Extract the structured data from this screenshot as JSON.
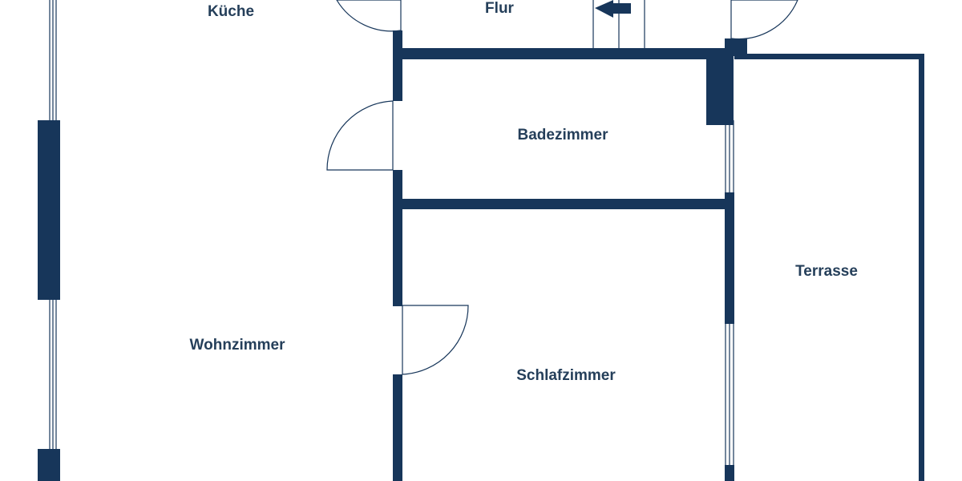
{
  "rooms": {
    "kueche": "Küche",
    "flur": "Flur",
    "badezimmer": "Badezimmer",
    "wohnzimmer": "Wohnzimmer",
    "schlafzimmer": "Schlafzimmer",
    "terrasse": "Terrasse"
  },
  "colors": {
    "wall": "#17365a",
    "label": "#253f5a",
    "background": "#ffffff"
  },
  "icons": {
    "entrance": "entrance-arrow-icon"
  }
}
